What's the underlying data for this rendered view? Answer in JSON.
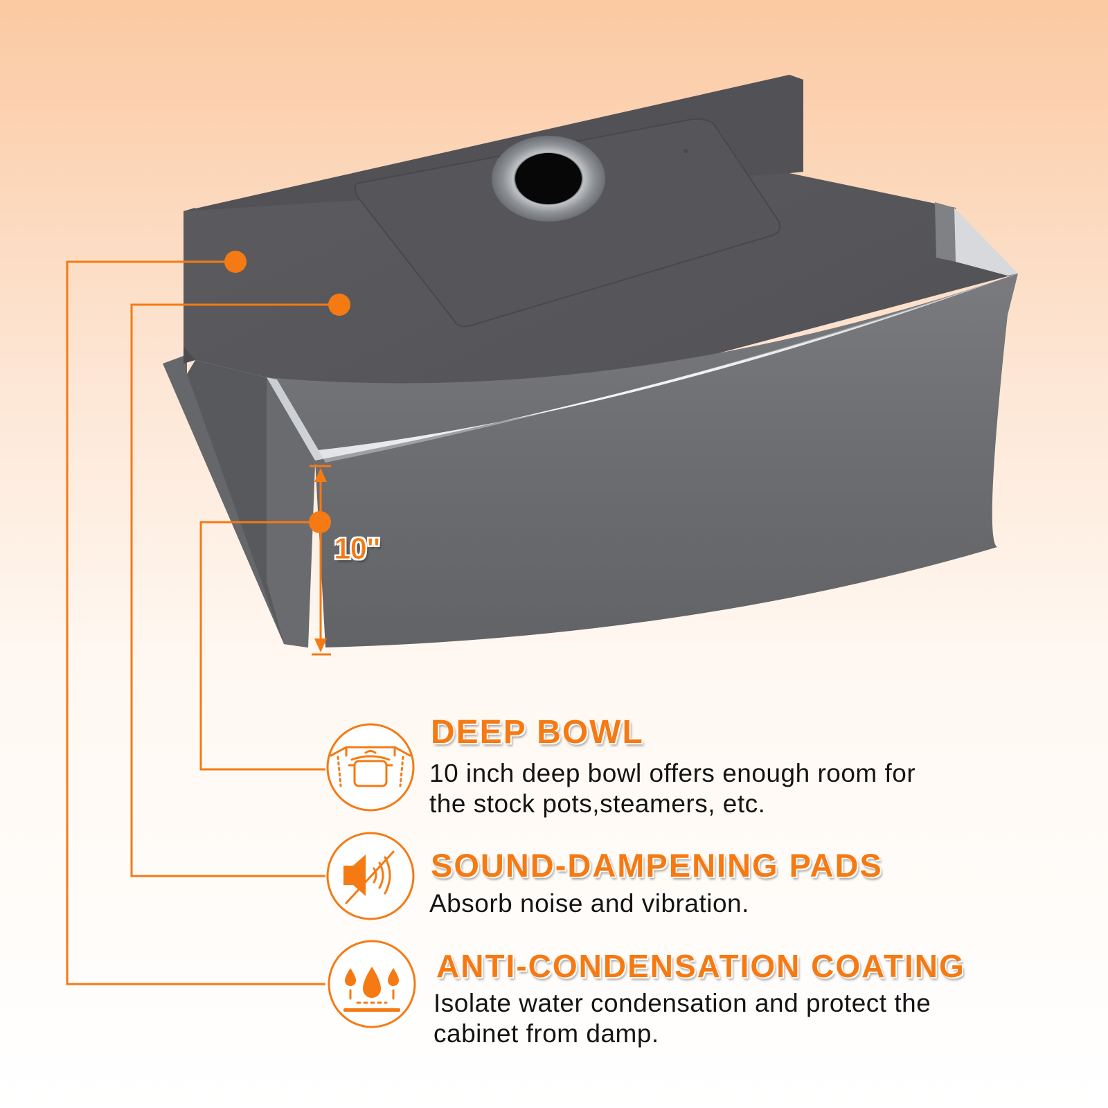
{
  "dimension": {
    "depth_label": "10\""
  },
  "features": [
    {
      "icon": "pot-icon",
      "title": "DEEP BOWL",
      "description_line1": "10 inch deep bowl offers enough room for",
      "description_line2": "the stock pots,steamers, etc."
    },
    {
      "icon": "muted-speaker-icon",
      "title": "SOUND-DAMPENING PADS",
      "description_line1": "Absorb noise and vibration."
    },
    {
      "icon": "water-drops-icon",
      "title": "ANTI-CONDENSATION COATING",
      "description_line1": "Isolate water condensation and protect the",
      "description_line2": "cabinet from damp."
    }
  ],
  "colors": {
    "accent": "#f57a13",
    "sink_dark": "#5f5f63",
    "sink_rim": "#e4e6e9",
    "text": "#141414"
  }
}
